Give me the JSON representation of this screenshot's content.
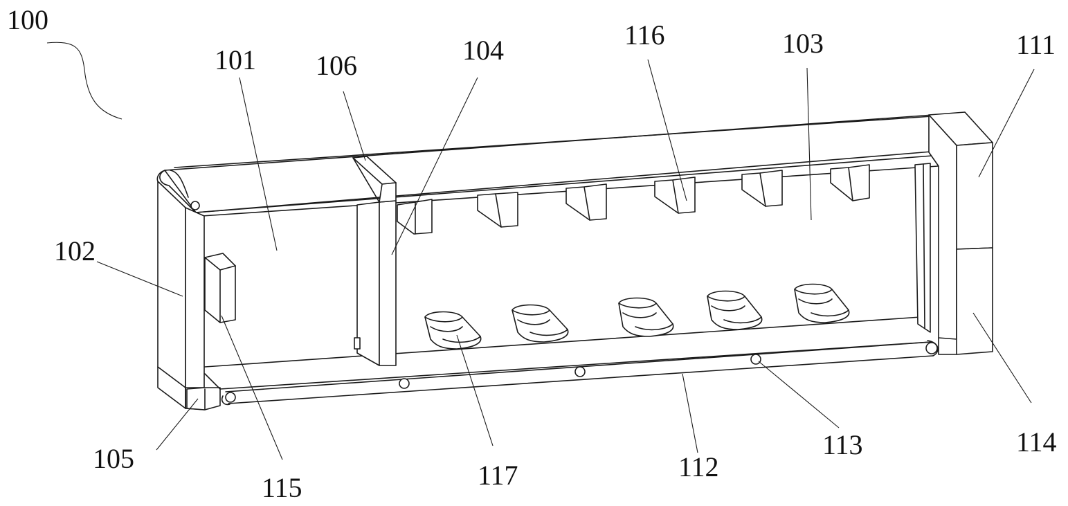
{
  "figure": {
    "labels": {
      "l100": "100",
      "l101": "101",
      "l102": "102",
      "l103": "103",
      "l104": "104",
      "l105": "105",
      "l106": "106",
      "l111": "111",
      "l112": "112",
      "l113": "113",
      "l114": "114",
      "l115": "115",
      "l116": "116",
      "l117": "117"
    }
  }
}
